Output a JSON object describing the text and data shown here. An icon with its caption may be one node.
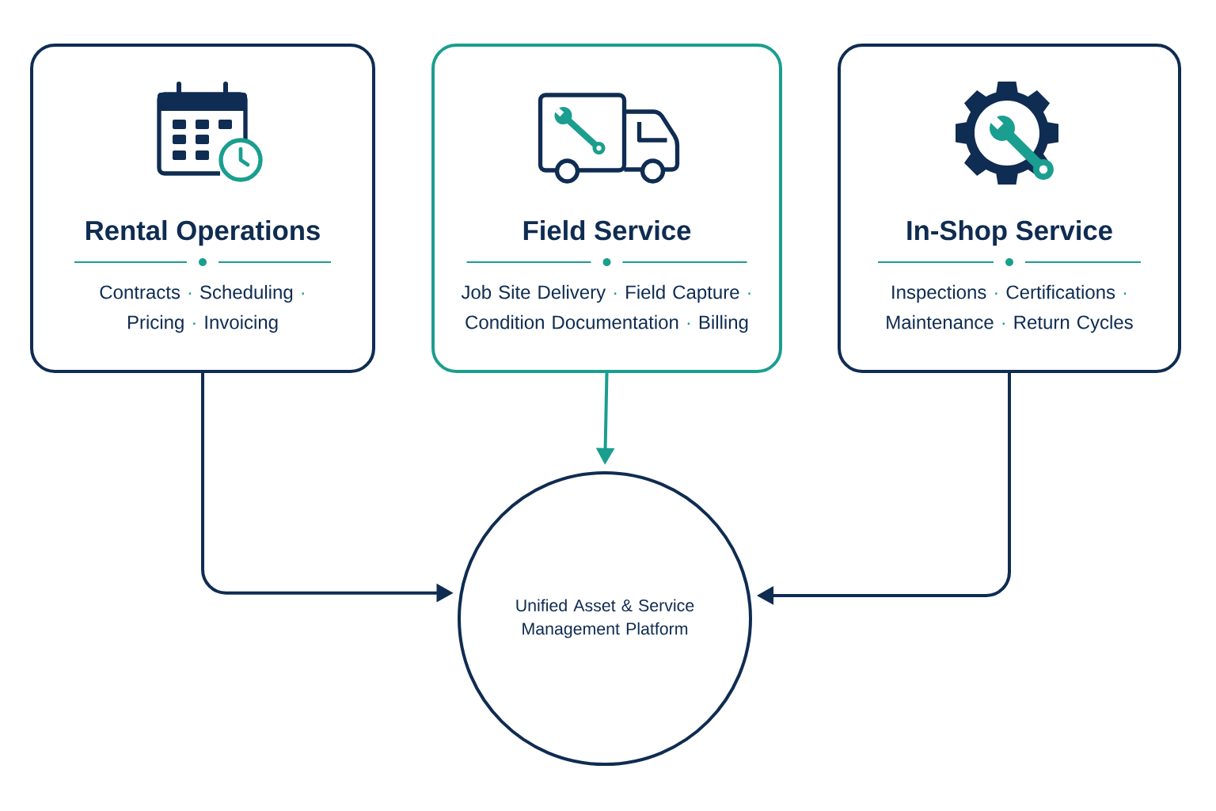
{
  "diagram": {
    "nodes": [
      {
        "text": [
          "Rental Operations",
          "Contracts · Scheduling · Pricing · Invoicing"
        ]
      },
      {
        "text": [
          "Field Service",
          "Job Site Delivery · Field Capture · Condition Documentation · Billing"
        ]
      },
      {
        "text": [
          "In-Shop Service",
          "Inspections · Certifications · Maintenance · Return Cycles"
        ]
      },
      {
        "text": [
          "Unified Asset & Service Management Platform"
        ]
      }
    ],
    "edges": [
      {
        "from": 0,
        "to": 3,
        "arrow": "to"
      },
      {
        "from": 1,
        "to": 3,
        "arrow": "to",
        "color": "#1a9e8f"
      },
      {
        "from": 2,
        "to": 3,
        "arrow": "to"
      }
    ]
  }
}
